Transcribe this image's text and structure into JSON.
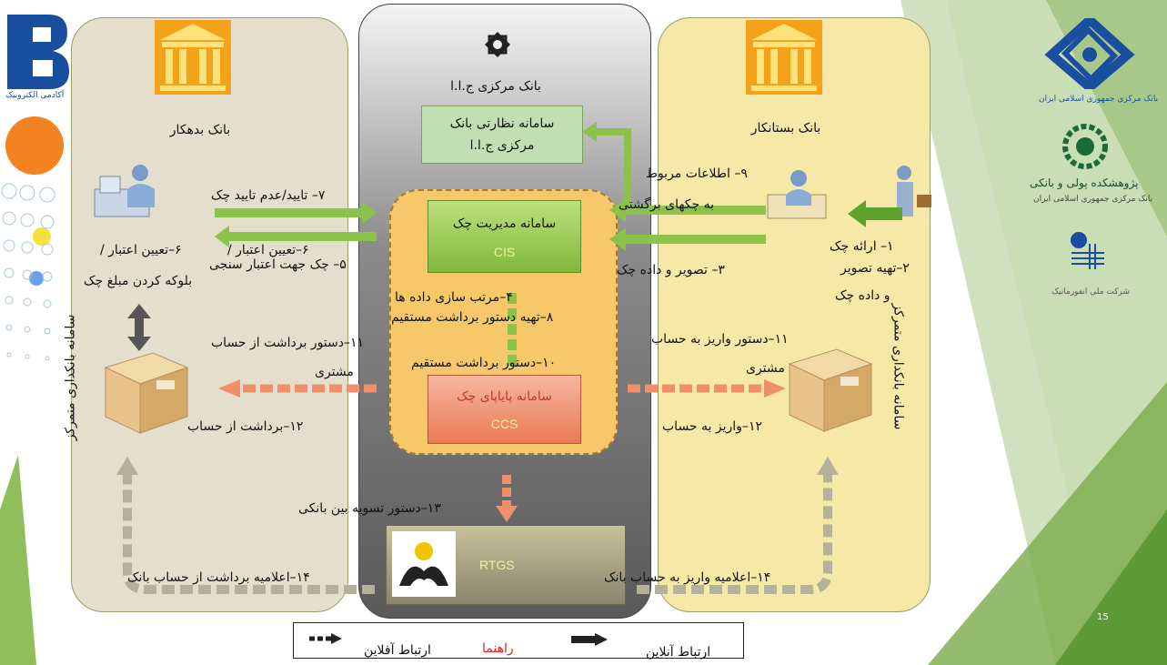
{
  "left_bank": {
    "title": "بانک بدهکار"
  },
  "central": {
    "title": "بانک مرکزی ج.ا.ا",
    "supervision": "سامانه نظارتی بانک مرکزی ج.ا.ا"
  },
  "right_bank": {
    "title": "بانک بستانکار"
  },
  "cis": {
    "name": "سامانه مدیریت چک",
    "code": "CIS"
  },
  "ccs": {
    "name": "سامانه پایاپای چک",
    "code": "CCS"
  },
  "rtgs": {
    "code": "RTGS"
  },
  "core_banking": {
    "label_left": "سامانه بانکداری متمرکز",
    "label_right": "سامانه بانکداری متمرکز"
  },
  "steps": {
    "s1": "۱– ارائه چک",
    "s2a": "۲–تهیه تصویر",
    "s2b": "و داده چک",
    "s3": "۳– تصویر و داده چک",
    "s4": "۴–مرتب سازی داده ها",
    "s5": "۵– چک جهت اعتبار سنجی",
    "s6a": "۶–تعیین اعتبار /",
    "s6b": "بلوکه کردن مبلغ چک",
    "s7": "۷– تایید/عدم تایید چک",
    "s8": "۸–تهیه دستور برداشت مستقیم",
    "s9a": "۹– اطلاعات مربوط",
    "s9b": "به چکهای برگشتی",
    "s10": "۱۰–دستور برداشت مستقیم",
    "s11_left_a": "۱۱–دستور برداشت از حساب",
    "s11_left_b": "مشتری",
    "s11_right_a": "۱۱–دستور واریز به حساب",
    "s11_right_b": "مشتری",
    "s12_left": "۱۲–برداشت از حساب",
    "s12_right": "۱۲–واریز به حساب",
    "s13": "۱۳–دستور تسویه بین بانکی",
    "s14_left": "۱۴–اعلامیه برداشت از  حساب بانک",
    "s14_right": "۱۴–اعلامیه واریز به حساب بانک"
  },
  "legend": {
    "online": "ارتباط آنلاین",
    "guide": "راهنما",
    "offline": "ارتباط آفلاین"
  },
  "logos": {
    "cbi": "بانک مرکزی جمهوری اسلامی ایران",
    "research": "پژوهشکده پولی و بانکی",
    "research_sub": "بانک مرکزی جمهوری اسلامی ایران",
    "informatics": "شرکت ملی انفورماتیک",
    "left_brand": "آکادمی الکترونیک"
  },
  "page_number": "15",
  "colors": {
    "online_arrow": "#7cb342",
    "offline_arrow": "#b5b09a",
    "ccs_arrow": "#f0906a",
    "legend_guide": "#e02020"
  }
}
